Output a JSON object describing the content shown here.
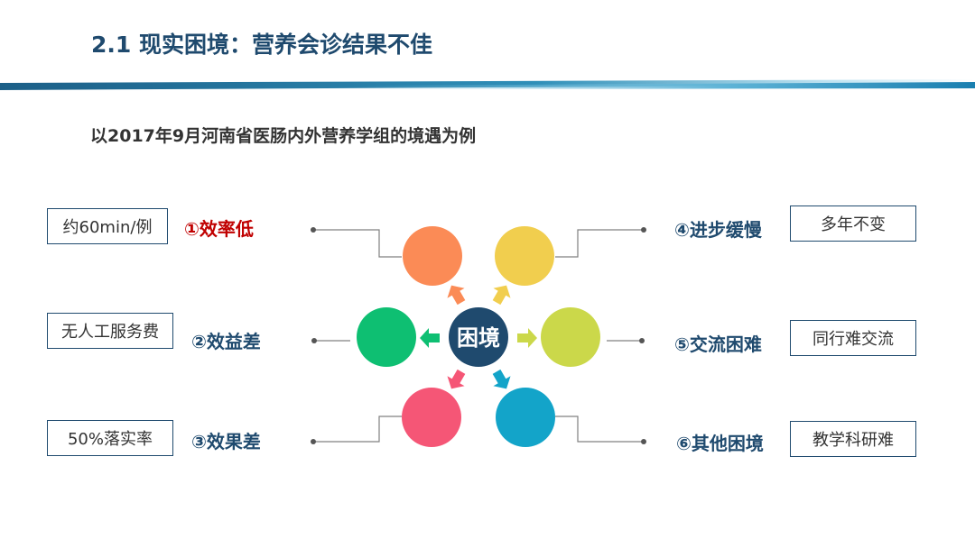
{
  "header": {
    "title": "2.1 现实困境：营养会诊结果不佳",
    "subtitle": "以2017年9月河南省医肠内外营养学组的境遇为例"
  },
  "diagram": {
    "center": {
      "label": "困境",
      "color": "#1f4a6e"
    },
    "items": [
      {
        "label": "①效率低",
        "detail": "约60min/例",
        "color": "#fb8b56",
        "emphasis": true
      },
      {
        "label": "②效益差",
        "detail": "无人工服务费",
        "color": "#0ebf72"
      },
      {
        "label": "③效果差",
        "detail": "50%落实率",
        "color": "#f55676"
      },
      {
        "label": "④进步缓慢",
        "detail": "多年不变",
        "color": "#f1ce4e"
      },
      {
        "label": "⑤交流困难",
        "detail": "同行难交流",
        "color": "#cbd84a"
      },
      {
        "label": "⑥其他困境",
        "detail": "教学科研难",
        "color": "#13a4c9"
      }
    ]
  },
  "colors": {
    "title": "#1f4a6e",
    "emphasis": "#c00000",
    "connector": "#808080"
  }
}
